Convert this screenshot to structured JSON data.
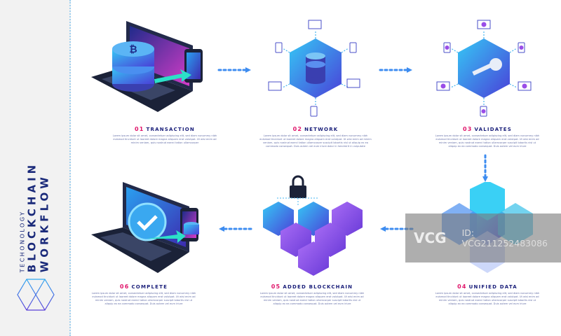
{
  "sidebar": {
    "subtitle": "TECHONOLOGY",
    "title_line1": "BLOCKCHAIN",
    "title_line2": "WORKFLOW"
  },
  "steps": [
    {
      "num": "01",
      "title": "TRANSACTION",
      "desc": "Lorem ipsum dolor sit amet, consectetuer adipiscing elit, sed diam nonummy nibh euismod tincidunt ut laoreet dolore magna aliquam erat volutpat. Ut wisi enim ad minim veniam, quis nostrud exerci tation ullamcorper"
    },
    {
      "num": "02",
      "title": "NETWORK",
      "desc": "Lorem ipsum dolor sit amet, consectetuer adipiscing elit, sed diam nonummy nibh euismod tincidunt ut laoreet dolore magna aliquam erat volutpat. Ut wisi enim ad minim veniam, quis nostrud exerci tation ullamcorper suscipit lobortis nisl ut aliquip ex ea commodo consequat. Duis autem vel eum iriure dolor in hendrerit in vulputate"
    },
    {
      "num": "03",
      "title": "VALIDATES",
      "desc": "Lorem ipsum dolor sit amet, consectetuer adipiscing elit, sed diam nonummy nibh euismod tincidunt ut laoreet dolore magna aliquam erat volutpat. Ut wisi enim ad minim veniam, quis nostrud exerci tation ullamcorper suscipit lobortis nisl ut aliquip ex ea commodo consequat. Duis autem vel eum iriure"
    },
    {
      "num": "04",
      "title": "UNIFIED DATA",
      "desc": "Lorem ipsum dolor sit amet, consectetuer adipiscing elit, sed diam nonummy nibh euismod tincidunt ut laoreet dolore magna aliquam erat volutpat. Ut wisi enim ad minim veniam, quis nostrud exerci tation ullamcorper suscipit lobortis nisl ut aliquip ex ea commodo consequat. Duis autem vel eum iriure"
    },
    {
      "num": "05",
      "title": "ADDED BLOCKCHAIN",
      "desc": "Lorem ipsum dolor sit amet, consectetuer adipiscing elit, sed diam nonummy nibh euismod tincidunt ut laoreet dolore magna aliquam erat volutpat. Ut wisi enim ad minim veniam, quis nostrud exerci tation ullamcorper suscipit lobortis nisl ut aliquip ex ea commodo consequat. Duis autem vel eum iriure"
    },
    {
      "num": "06",
      "title": "COMPLETE",
      "desc": "Lorem ipsum dolor sit amet, consectetuer adipiscing elit, sed diam nonummy nibh euismod tincidunt ut laoreet dolore magna aliquam erat volutpat. Ut wisi enim ad minim veniam, quis nostrud exerci tation ullamcorper suscipit lobortis nisl ut aliquip ex ea commodo consequat. Duis autem vel eum iriure"
    }
  ],
  "watermark": {
    "logo": "VCG",
    "id": "ID: VCG211252483086"
  },
  "colors": {
    "accent": "#e0166b",
    "title": "#1a1f7a",
    "blue": "#3d7bf0",
    "purple": "#8a4de8"
  }
}
